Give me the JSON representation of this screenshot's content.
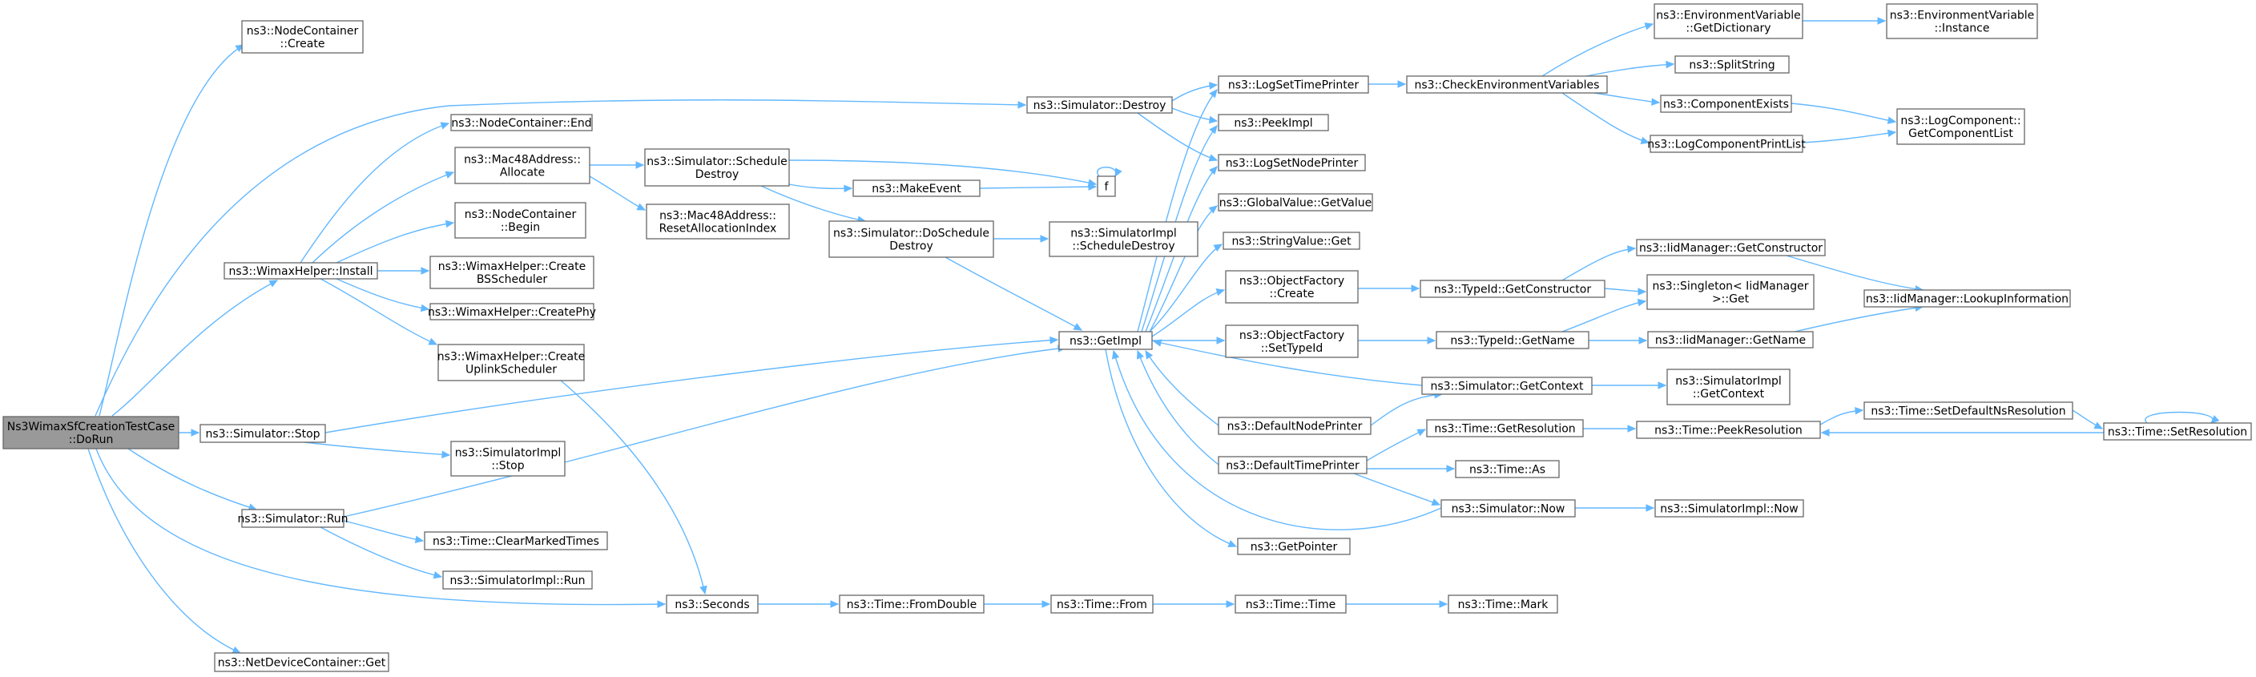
{
  "colors": {
    "edge": "#63b8ff",
    "node_border": "#666666",
    "node_fill": "#ffffff",
    "root_fill": "#999999"
  },
  "nodes": [
    {
      "id": "root",
      "lines": [
        "Ns3WimaxSfCreationTestCase",
        "::DoRun"
      ]
    },
    {
      "id": "nc_create",
      "lines": [
        "ns3::NodeContainer",
        "::Create"
      ]
    },
    {
      "id": "sim_destroy",
      "lines": [
        "ns3::Simulator::Destroy"
      ]
    },
    {
      "id": "nc_end",
      "lines": [
        "ns3::NodeContainer::End"
      ]
    },
    {
      "id": "mac_alloc",
      "lines": [
        "ns3::Mac48Address::",
        "Allocate"
      ]
    },
    {
      "id": "nc_begin",
      "lines": [
        "ns3::NodeContainer",
        "::Begin"
      ]
    },
    {
      "id": "wh_install",
      "lines": [
        "ns3::WimaxHelper::Install"
      ]
    },
    {
      "id": "wh_bs",
      "lines": [
        "ns3::WimaxHelper::Create",
        "BSScheduler"
      ]
    },
    {
      "id": "wh_phy",
      "lines": [
        "ns3::WimaxHelper::CreatePhy"
      ]
    },
    {
      "id": "wh_ul",
      "lines": [
        "ns3::WimaxHelper::Create",
        "UplinkScheduler"
      ]
    },
    {
      "id": "sim_stop",
      "lines": [
        "ns3::Simulator::Stop"
      ]
    },
    {
      "id": "simimpl_stop",
      "lines": [
        "ns3::SimulatorImpl",
        "::Stop"
      ]
    },
    {
      "id": "sim_run",
      "lines": [
        "ns3::Simulator::Run"
      ]
    },
    {
      "id": "time_clear",
      "lines": [
        "ns3::Time::ClearMarkedTimes"
      ]
    },
    {
      "id": "simimpl_run",
      "lines": [
        "ns3::SimulatorImpl::Run"
      ]
    },
    {
      "id": "ndc_get",
      "lines": [
        "ns3::NetDeviceContainer::Get"
      ]
    },
    {
      "id": "sim_sched_destroy",
      "lines": [
        "ns3::Simulator::Schedule",
        "Destroy"
      ]
    },
    {
      "id": "mac_reset",
      "lines": [
        "ns3::Mac48Address::",
        "ResetAllocationIndex"
      ]
    },
    {
      "id": "make_event",
      "lines": [
        "ns3::MakeEvent"
      ]
    },
    {
      "id": "f",
      "lines": [
        "f"
      ]
    },
    {
      "id": "sim_do_sched",
      "lines": [
        "ns3::Simulator::DoSchedule",
        "Destroy"
      ]
    },
    {
      "id": "simimpl_sched",
      "lines": [
        "ns3::SimulatorImpl",
        "::ScheduleDestroy"
      ]
    },
    {
      "id": "get_impl",
      "lines": [
        "ns3::GetImpl"
      ]
    },
    {
      "id": "seconds",
      "lines": [
        "ns3::Seconds"
      ]
    },
    {
      "id": "time_fromdouble",
      "lines": [
        "ns3::Time::FromDouble"
      ]
    },
    {
      "id": "time_from",
      "lines": [
        "ns3::Time::From"
      ]
    },
    {
      "id": "time_time",
      "lines": [
        "ns3::Time::Time"
      ]
    },
    {
      "id": "time_mark",
      "lines": [
        "ns3::Time::Mark"
      ]
    },
    {
      "id": "log_time",
      "lines": [
        "ns3::LogSetTimePrinter"
      ]
    },
    {
      "id": "peek_impl",
      "lines": [
        "ns3::PeekImpl"
      ]
    },
    {
      "id": "log_node",
      "lines": [
        "ns3::LogSetNodePrinter"
      ]
    },
    {
      "id": "gv_get",
      "lines": [
        "ns3::GlobalValue::GetValue"
      ]
    },
    {
      "id": "sv_get",
      "lines": [
        "ns3::StringValue::Get"
      ]
    },
    {
      "id": "of_create",
      "lines": [
        "ns3::ObjectFactory",
        "::Create"
      ]
    },
    {
      "id": "of_settype",
      "lines": [
        "ns3::ObjectFactory",
        "::SetTypeId"
      ]
    },
    {
      "id": "def_node",
      "lines": [
        "ns3::DefaultNodePrinter"
      ]
    },
    {
      "id": "def_time",
      "lines": [
        "ns3::DefaultTimePrinter"
      ]
    },
    {
      "id": "get_pointer",
      "lines": [
        "ns3::GetPointer"
      ]
    },
    {
      "id": "check_env",
      "lines": [
        "ns3::CheckEnvironmentVariables"
      ]
    },
    {
      "id": "tid_getctor",
      "lines": [
        "ns3::TypeId::GetConstructor"
      ]
    },
    {
      "id": "tid_getname",
      "lines": [
        "ns3::TypeId::GetName"
      ]
    },
    {
      "id": "sim_getctx",
      "lines": [
        "ns3::Simulator::GetContext"
      ]
    },
    {
      "id": "time_getres",
      "lines": [
        "ns3::Time::GetResolution"
      ]
    },
    {
      "id": "time_as",
      "lines": [
        "ns3::Time::As"
      ]
    },
    {
      "id": "sim_now",
      "lines": [
        "ns3::Simulator::Now"
      ]
    },
    {
      "id": "env_getdict",
      "lines": [
        "ns3::EnvironmentVariable",
        "::GetDictionary"
      ]
    },
    {
      "id": "split",
      "lines": [
        "ns3::SplitString"
      ]
    },
    {
      "id": "comp_exists",
      "lines": [
        "ns3::ComponentExists"
      ]
    },
    {
      "id": "log_comp_print",
      "lines": [
        "ns3::LogComponentPrintList"
      ]
    },
    {
      "id": "iid_getctor",
      "lines": [
        "ns3::IidManager::GetConstructor"
      ]
    },
    {
      "id": "singleton",
      "lines": [
        "ns3::Singleton< IidManager",
        ">::Get"
      ]
    },
    {
      "id": "iid_getname",
      "lines": [
        "ns3::IidManager::GetName"
      ]
    },
    {
      "id": "simimpl_getctx",
      "lines": [
        "ns3::SimulatorImpl",
        "::GetContext"
      ]
    },
    {
      "id": "time_peekres",
      "lines": [
        "ns3::Time::PeekResolution"
      ]
    },
    {
      "id": "simimpl_now",
      "lines": [
        "ns3::SimulatorImpl::Now"
      ]
    },
    {
      "id": "env_instance",
      "lines": [
        "ns3::EnvironmentVariable",
        "::Instance"
      ]
    },
    {
      "id": "logcomp_getlist",
      "lines": [
        "ns3::LogComponent::",
        "GetComponentList"
      ]
    },
    {
      "id": "iid_lookup",
      "lines": [
        "ns3::IidManager::LookupInformation"
      ]
    },
    {
      "id": "time_setdefres",
      "lines": [
        "ns3::Time::SetDefaultNsResolution"
      ]
    },
    {
      "id": "time_setres",
      "lines": [
        "ns3::Time::SetResolution"
      ]
    }
  ]
}
